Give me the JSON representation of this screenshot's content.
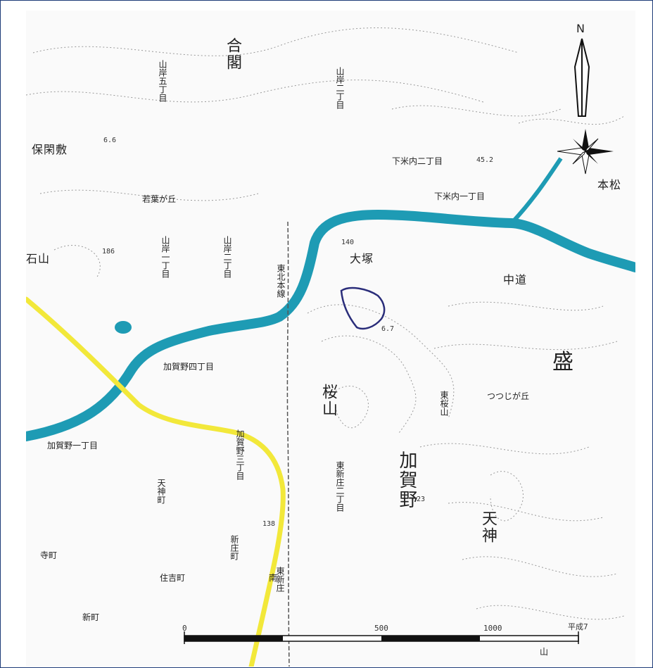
{
  "map": {
    "colors": {
      "river": "#1e9bb4",
      "road": "#f2e83a",
      "site_outline": "#2a2d7a",
      "contour": "#9a9a9a",
      "frame": "#1d3c78"
    },
    "north_label": "N",
    "place_labels": {
      "gouken": "合閣",
      "yamagishi_5": "山岸五丁目",
      "yamagishi_2_top": "山岸二丁目",
      "hoheiya": "保閑敷",
      "wakaba": "若葉が丘",
      "yamagishi_1": "山岸一丁目",
      "yamagishi_2": "山岸二丁目",
      "shimoyonai_2": "下米内二丁目",
      "shimoyonai_1": "下米内一丁目",
      "honmatsu": "本松",
      "ishiyama": "石山",
      "ootsuka": "大塚",
      "nakamichi": "中道",
      "mori": "盛",
      "kaganoshi": "加賀野四丁目",
      "sakurayama": "桜山",
      "higashisakurayama": "東桜山",
      "tsutsujigaoka": "つつじが丘",
      "kagano": "加賀野",
      "kagano_1": "加賀野一丁目",
      "kagano_3": "加賀野三丁目",
      "tenjin_cho": "天神町",
      "higashi_shinsho_2": "東新庄二丁目",
      "higashi_shinsho": "東新庄",
      "tenjin": "天神",
      "sumiyoshi": "住吉町",
      "teramachi": "寺町",
      "shinmachi": "新町",
      "railway": "東北本線",
      "shinsho_cho": "新庄町",
      "minami": "南"
    },
    "elevations": {
      "e1": "6.6",
      "e2": "45.2",
      "e3": "186",
      "e4": "6.7",
      "e5": "23",
      "e6": "138",
      "e7": "140"
    },
    "scale_bar": {
      "left_label": "0",
      "mid_label": "500",
      "right_label": "1000",
      "unit_label": "平成7",
      "edge_label": "山"
    }
  }
}
